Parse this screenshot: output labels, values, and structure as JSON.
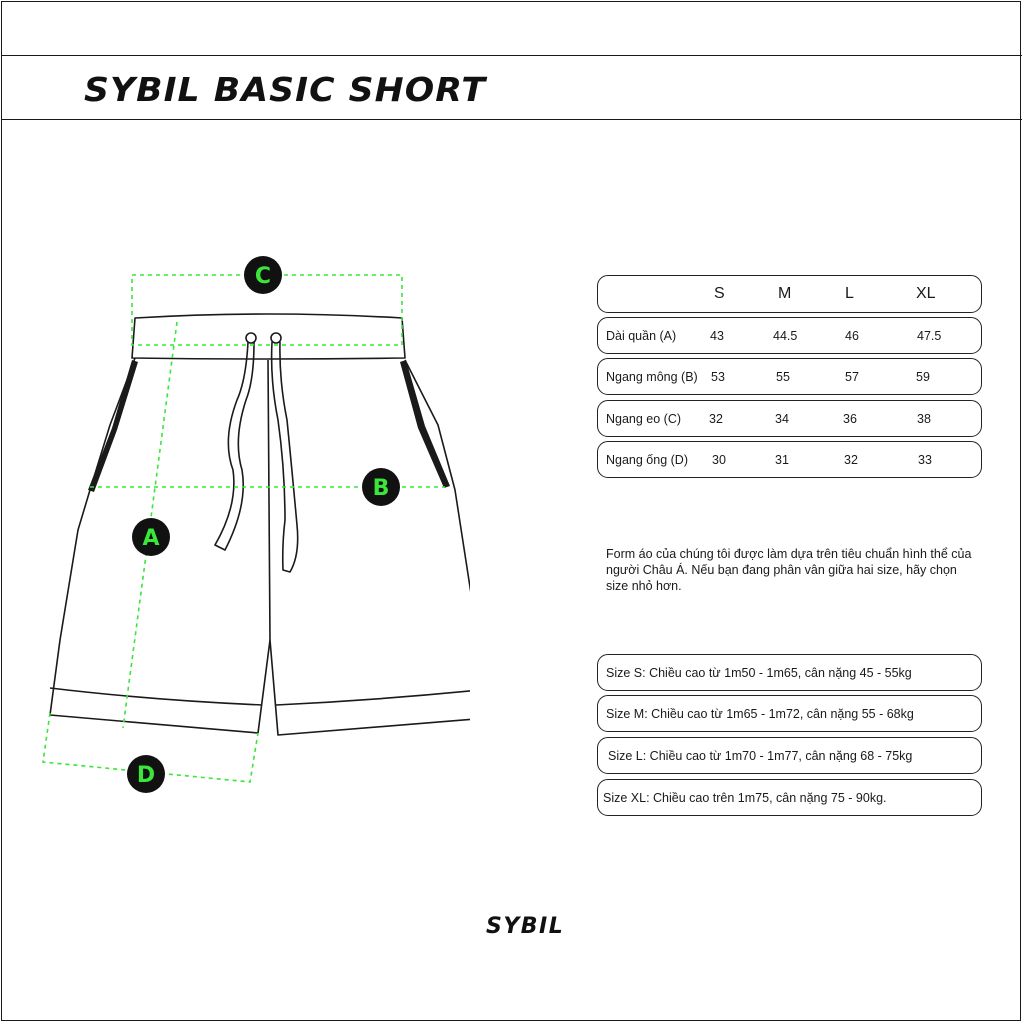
{
  "title": "SYBIL BASIC SHORT",
  "brand": "SYBIL",
  "diagram": {
    "labels": {
      "a": "A",
      "b": "B",
      "c": "C",
      "d": "D"
    },
    "accent_color": "#39e639"
  },
  "size_table": {
    "headers": [
      "S",
      "M",
      "L",
      "XL"
    ],
    "rows": [
      {
        "label": "Dài quần (A)",
        "values": [
          "43",
          "44.5",
          "46",
          "47.5"
        ]
      },
      {
        "label": "Ngang mông (B)",
        "values": [
          "53",
          "55",
          "57",
          "59"
        ]
      },
      {
        "label": "Ngang eo (C)",
        "values": [
          "32",
          "34",
          "36",
          "38"
        ]
      },
      {
        "label": "Ngang ống (D)",
        "values": [
          "30",
          "31",
          "32",
          "33"
        ]
      }
    ]
  },
  "note": "Form áo của chúng tôi được làm dựa trên tiêu chuẩn hình thể của người Châu Á. Nếu bạn đang phân vân giữa hai size, hãy chọn size nhỏ hơn.",
  "size_guide": [
    "Size S: Chiều cao từ 1m50 - 1m65, cân nặng 45 - 55kg",
    "Size M: Chiều cao từ 1m65 - 1m72, cân nặng 55 - 68kg",
    "Size L: Chiều cao từ 1m70 - 1m77, cân nặng 68 - 75kg",
    "Size XL: Chiều cao trên 1m75, cân nặng 75 - 90kg."
  ]
}
